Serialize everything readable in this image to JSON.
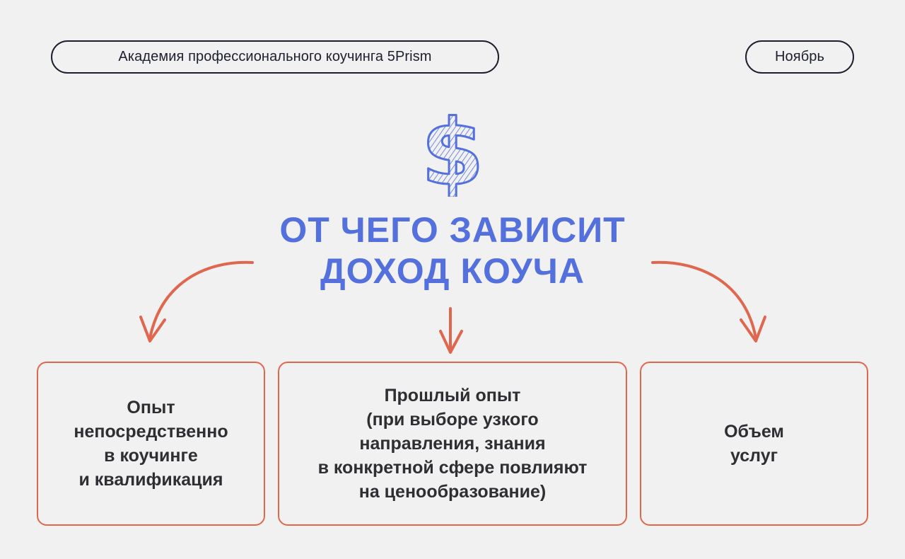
{
  "header": {
    "academy": "Академия профессионального коучинга 5Prism",
    "month": "Ноябрь"
  },
  "icon": "dollar-icon",
  "title": {
    "line1": "ОТ ЧЕГО ЗАВИСИТ",
    "line2": "ДОХОД КОУЧА"
  },
  "factors": [
    {
      "text": "Опыт\nнепосредственно\nв коучинге\nи квалификация"
    },
    {
      "text": "Прошлый опыт\n(при выборе узкого\nнаправления, знания\nв конкретной сфере повлияют\nна ценообразование)"
    },
    {
      "text": "Объем\nуслуг"
    }
  ],
  "colors": {
    "background": "#f1f1f1",
    "title": "#5470dd",
    "accent": "#e0674f",
    "text": "#2e2e33",
    "outline": "#1c1f2e"
  }
}
